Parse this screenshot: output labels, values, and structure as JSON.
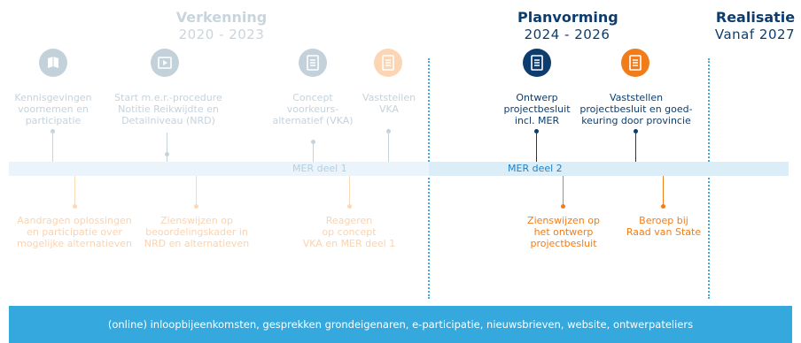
{
  "phases": {
    "verkenning": {
      "title": "Verkenning",
      "years": "2020 - 2023"
    },
    "planvorming": {
      "title": "Planvorming",
      "years": "2024 - 2026"
    },
    "realisatie": {
      "title": "Realisatie",
      "years": "Vanaf 2027"
    }
  },
  "top_steps": [
    {
      "label": "Kennisgevingen\nvoornemen en\nparticipatie",
      "icon": "book-icon"
    },
    {
      "label": "Start m.e.r.-procedure\nNotitie Reikwijdte en\nDetailniveau (NRD)",
      "icon": "video-icon"
    },
    {
      "label": "Concept\nvoorkeurs-\nalternatief (VKA)",
      "icon": "document-icon"
    },
    {
      "label": "Vaststellen\nVKA",
      "icon": "document-icon"
    },
    {
      "label": "Ontwerp\nprojectbesluit\nincl. MER",
      "icon": "document-icon"
    },
    {
      "label": "Vaststellen\nprojectbesluit en goed-\nkeuring door provincie",
      "icon": "document-icon"
    }
  ],
  "timeline": {
    "deel1": "MER deel 1",
    "deel2": "MER deel 2"
  },
  "bottom_steps": [
    {
      "label": "Aandragen oplossingen\nen participatie over\nmogelijke alternatieven"
    },
    {
      "label": "Zienswijzen op\nbeoordelingskader in\nNRD en alternatieven"
    },
    {
      "label": "Reageren\nop concept\nVKA en MER deel 1"
    },
    {
      "label": "Zienswijzen op\nhet ontwerp\nprojectbesluit"
    },
    {
      "label": "Beroep bij\nRaad van State"
    }
  ],
  "footer": "(online) inloopbijeenkomsten, gesprekken grondeigenaren, e-participatie, nieuwsbrieven, website, ontwerpateliers",
  "colors": {
    "navy": "#0d3d6e",
    "orange": "#f07d1a",
    "blue": "#3aaee0",
    "faded_grey": "#c5d3dc",
    "faded_orange": "#fbe0c7"
  }
}
